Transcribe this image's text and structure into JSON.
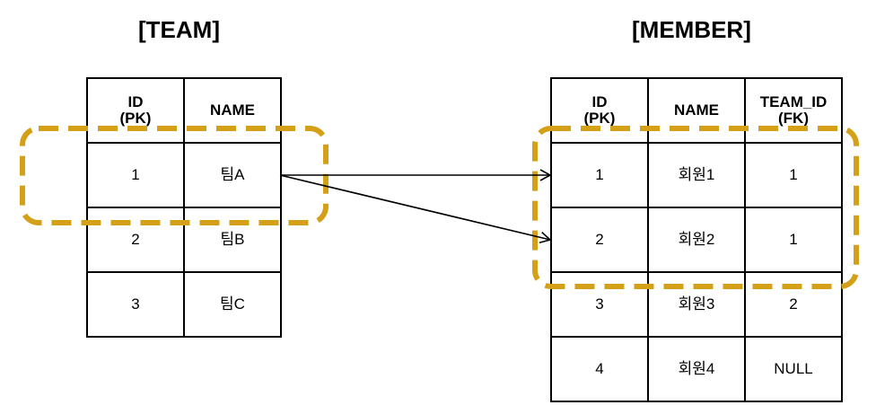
{
  "team": {
    "title": "[TEAM]",
    "headers": [
      {
        "line1": "ID",
        "line2": "(PK)"
      },
      {
        "line1": "NAME",
        "line2": ""
      }
    ],
    "rows": [
      [
        "1",
        "팀A"
      ],
      [
        "2",
        "팀B"
      ],
      [
        "3",
        "팀C"
      ]
    ]
  },
  "member": {
    "title": "[MEMBER]",
    "headers": [
      {
        "line1": "ID",
        "line2": "(PK)"
      },
      {
        "line1": "NAME",
        "line2": ""
      },
      {
        "line1": "TEAM_ID",
        "line2": "(FK)"
      }
    ],
    "rows": [
      [
        "1",
        "회원1",
        "1"
      ],
      [
        "2",
        "회원2",
        "1"
      ],
      [
        "3",
        "회원3",
        "2"
      ],
      [
        "4",
        "회원4",
        "NULL"
      ]
    ]
  },
  "colors": {
    "highlight": "#D4A017",
    "line": "#000000"
  }
}
